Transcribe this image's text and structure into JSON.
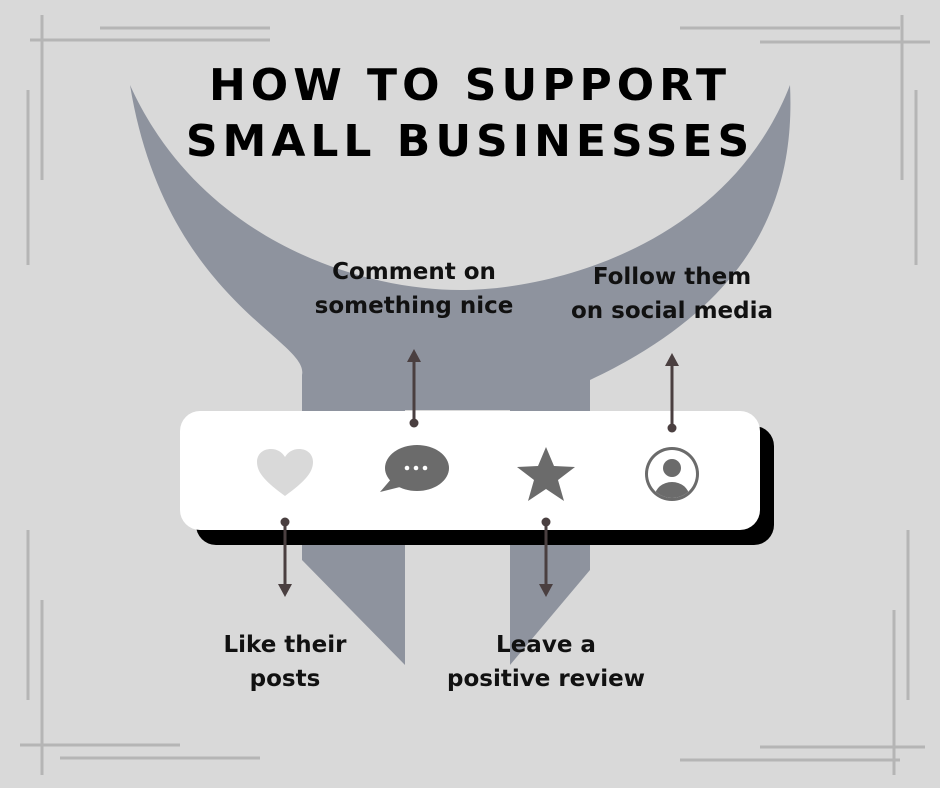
{
  "title": {
    "line1": "HOW TO SUPPORT",
    "line2": "SMALL BUSINESSES"
  },
  "actions": {
    "like": {
      "line1": "Like their",
      "line2": "posts",
      "icon": "heart-icon"
    },
    "comment": {
      "line1": "Comment on",
      "line2": "something nice",
      "icon": "speech-bubble-icon"
    },
    "review": {
      "line1": "Leave a",
      "line2": "positive review",
      "icon": "star-icon"
    },
    "follow": {
      "line1": "Follow them",
      "line2": "on social media",
      "icon": "user-profile-icon"
    }
  },
  "colors": {
    "background": "#d9d9d9",
    "emblem": "#8e939e",
    "card": "#ffffff",
    "arrow": "#4a3f40",
    "heart": "#d9d9d9",
    "icons": "#6b6b6b"
  }
}
